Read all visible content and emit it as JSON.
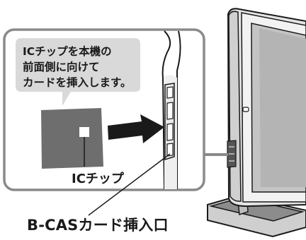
{
  "callout": {
    "line1": "ICチップを本機の",
    "line2": "前面側に向けて",
    "line3": "カードを挿入します。"
  },
  "labels": {
    "ic_chip": "ICチップ",
    "bcas_slot": "B-CASカード挿入口"
  },
  "colors": {
    "panel_border": "#8a8a8a",
    "callout_fill": "#d9d9d9",
    "card_fill": "#6e6e6e",
    "arrow": "#1a1a1a",
    "tv_body": "#dcdcdc",
    "tv_screen": "#bdbdbd"
  }
}
